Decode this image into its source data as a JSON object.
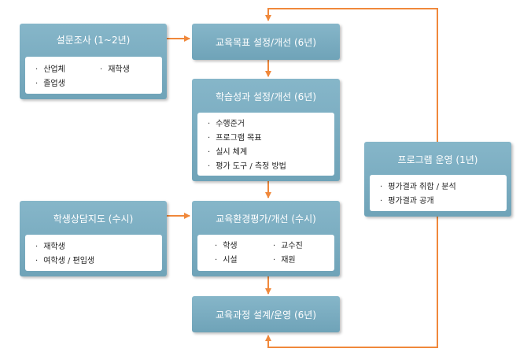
{
  "colors": {
    "box": "#7aaec2",
    "arrow": "#f0883b"
  },
  "survey": {
    "title": "설문조사 (1~2년)",
    "items": [
      "산업체",
      "재학생",
      "졸업생"
    ]
  },
  "goal": {
    "title": "교육목표 설정/개선 (6년)"
  },
  "outcome": {
    "title": "학습성과 설정/개선 (6년)",
    "items": [
      "수행준거",
      "프로그램 목표",
      "실시 체계",
      "평가 도구 / 측정 방법"
    ]
  },
  "counsel": {
    "title": "학생상담지도 (수시)",
    "items": [
      "재학생",
      "여학생 / 편입생"
    ]
  },
  "env": {
    "title": "교육환경평가/개선 (수시)",
    "items": [
      "학생",
      "교수진",
      "시설",
      "재원"
    ]
  },
  "curriculum": {
    "title": "교육과정 설계/운영 (6년)"
  },
  "program": {
    "title": "프로그램 운영 (1년)",
    "items": [
      "평가결과 취합 / 분석",
      "평가결과 공개"
    ]
  }
}
